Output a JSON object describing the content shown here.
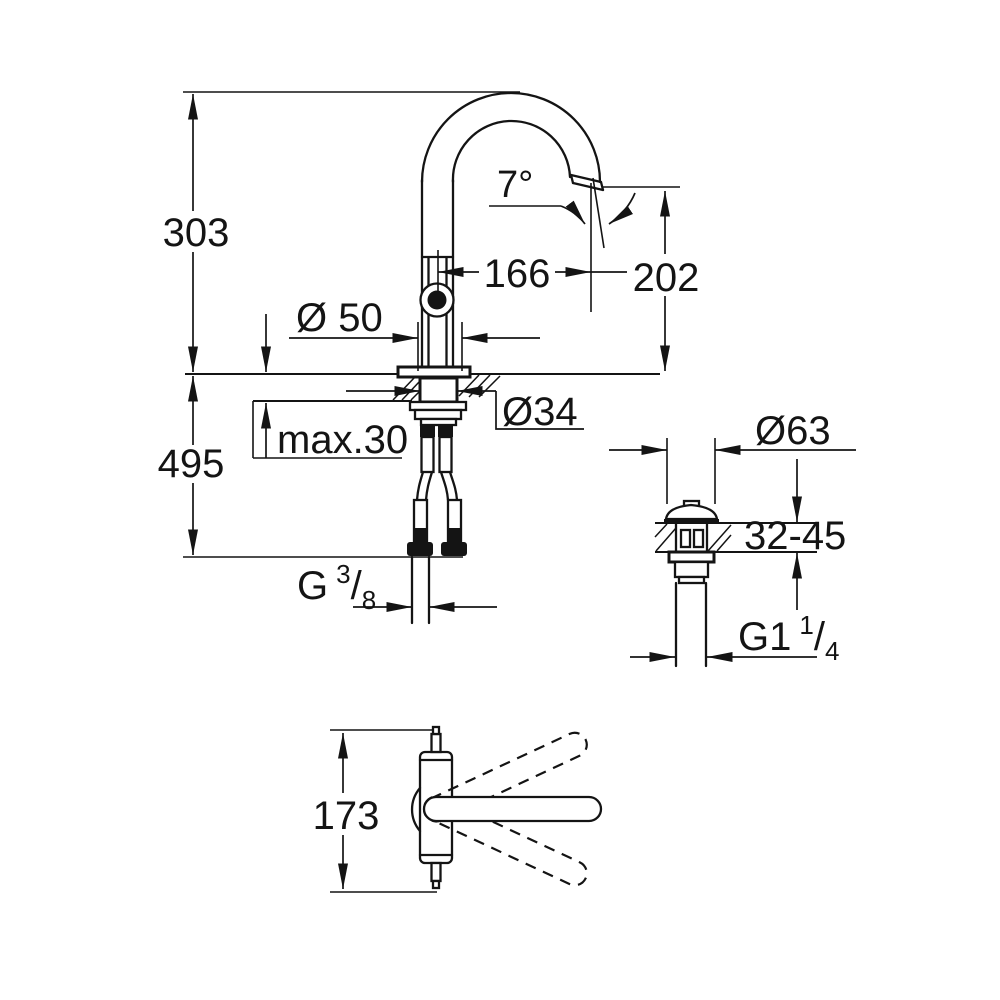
{
  "front_view": {
    "total_height": "303",
    "height_below_deck": "495",
    "spout_reach": "166",
    "outlet_height": "202",
    "outlet_angle": "7°",
    "base_diameter": "Ø 50",
    "hole_diameter": "Ø34",
    "deck_thickness": "max.30",
    "supply_thread": {
      "prefix": "G",
      "sup": "3",
      "slash": "/",
      "sub": "8"
    }
  },
  "waste_view": {
    "flange_diameter": "Ø63",
    "deck_thickness_range": "32-45",
    "thread": {
      "prefix": "G1",
      "sup": "1",
      "slash": "/",
      "sub": "4"
    }
  },
  "top_view": {
    "handle_swing": "173"
  },
  "colors": {
    "line": "#141414",
    "background": "#ffffff"
  }
}
